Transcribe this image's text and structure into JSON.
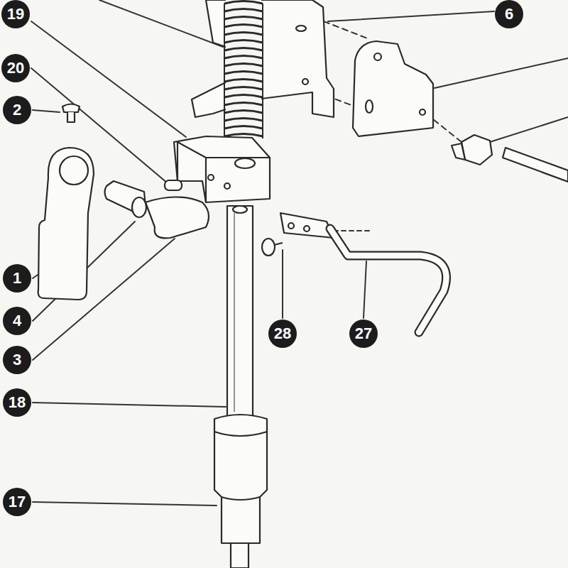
{
  "diagram": {
    "labels": [
      "19",
      "20",
      "2",
      "1",
      "4",
      "3",
      "18",
      "17",
      "28",
      "27",
      "6"
    ]
  }
}
